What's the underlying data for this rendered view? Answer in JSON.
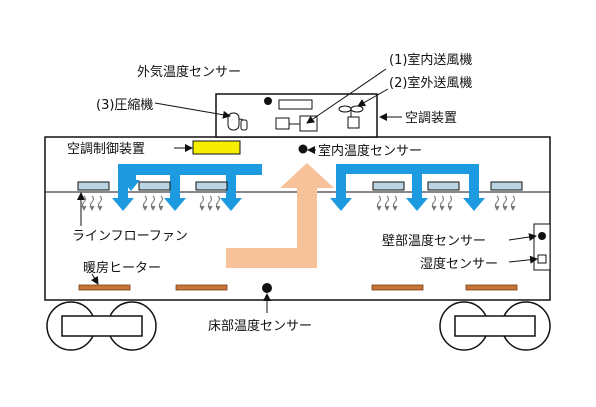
{
  "labels": {
    "outdoor_temp_sensor": "外気温度センサー",
    "indoor_fan": "(1)室内送風機",
    "outdoor_fan": "(2)室外送風機",
    "compressor": "(3)圧縮機",
    "ac_unit": "空調装置",
    "ac_controller": "空調制御装置",
    "indoor_temp_sensor": "室内温度センサー",
    "line_flow_fan": "ラインフローファン",
    "wall_temp_sensor": "壁部温度センサー",
    "humidity_sensor": "湿度センサー",
    "heater": "暖房ヒーター",
    "floor_temp_sensor": "床部温度センサー"
  },
  "colors": {
    "airflow": "#1e9be0",
    "warm_air": "#f7c19a",
    "heater": "#c8743a",
    "controller": "#f5ee00",
    "fan_unit": "#bcd3e3",
    "outline": "#111111"
  },
  "icons": {
    "sensor": "filled-dot",
    "fan": "propeller-icon",
    "compressor": "cylinder-icon",
    "wheel": "wheel-icon",
    "breeze": "wavy-arrow-icon"
  }
}
